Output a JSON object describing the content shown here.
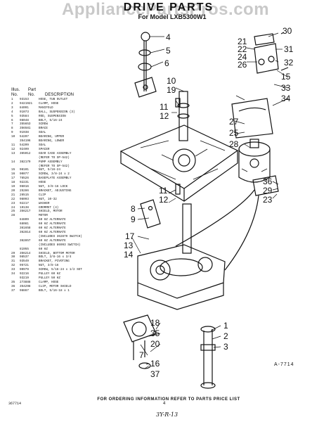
{
  "watermark": "AppliancePartsPros.com",
  "title": "DRIVE PARTS",
  "model": "For Model LXB5300W1",
  "table": {
    "header": {
      "illus": "Illus.",
      "no": "No.",
      "part": "Part",
      "partno": "No.",
      "desc": "DESCRIPTION"
    },
    "rows": [
      [
        "1",
        "93153",
        "HOSE, TUB OUTLET"
      ],
      [
        "2",
        "9421921",
        "CLAMP, HOSE"
      ],
      [
        "3",
        "84091",
        "MANIFOLD"
      ],
      [
        "4",
        "91073",
        "BALL, SUSPENSION (3)"
      ],
      [
        "5",
        "93584",
        "ROD, SUSPENSION"
      ],
      [
        "6",
        "98048",
        "BOLT, 5/16-24"
      ],
      [
        "7",
        "355653",
        "SCREW"
      ],
      [
        "8",
        "356581",
        "BRACE"
      ],
      [
        "9",
        "91938",
        "SEAL"
      ],
      [
        "10",
        "54207",
        "BEARING, UPPER"
      ],
      [
        "",
        "354196",
        "BEARING, LOWER"
      ],
      [
        "11",
        "54209",
        "SEAL"
      ],
      [
        "12",
        "92409",
        "SPACER"
      ],
      [
        "13",
        "365012",
        "GEAR CASE ASSEMBLY"
      ],
      [
        "",
        "",
        "(REFER TO SP-542)"
      ],
      [
        "14",
        "382179",
        "PUMP ASSEMBLY"
      ],
      [
        "",
        "",
        "(REFER TO SP-542)"
      ],
      [
        "15",
        "98101",
        "NUT, 5/16-24"
      ],
      [
        "16",
        "90077",
        "SCREW, 3/8-24 x 2"
      ],
      [
        "17",
        "76526",
        "BASEPLATE ASSEMBLY"
      ],
      [
        "18",
        "92231",
        "HOSE"
      ],
      [
        "19",
        "96016",
        "NUT, 3/8-16 LOCK"
      ],
      [
        "20",
        "25286",
        "BRACKET, ADJUSTING"
      ],
      [
        "21",
        "26515",
        "CLIP"
      ],
      [
        "22",
        "98093",
        "NUT, 10-32"
      ],
      [
        "23",
        "92217",
        "WASHER"
      ],
      [
        "24",
        "19138",
        "GROMMET (4)"
      ],
      [
        "25",
        "356217",
        "SHIELD, MOTOR"
      ],
      [
        "28",
        "",
        "MOTOR"
      ],
      [
        "",
        "84809",
        "60 HZ ALTERNATE"
      ],
      [
        "",
        "68081",
        "60 HZ ALTERNATE"
      ],
      [
        "",
        "361658",
        "60 HZ ALTERNATE"
      ],
      [
        "",
        "362814",
        "60 HZ ALTERNATE"
      ],
      [
        "",
        "",
        "(INCLUDES 362879 SWITCH)"
      ],
      [
        "",
        "362857",
        "60 HZ ALTERNATE"
      ],
      [
        "",
        "",
        "(INCLUDES 86993 SWITCH)"
      ],
      [
        "",
        "81955",
        "60 HZ"
      ],
      [
        "29",
        "356214",
        "SHIELD, BOTTOM MOTOR"
      ],
      [
        "30",
        "98537",
        "BOLT, 3/8-16 x 3/4"
      ],
      [
        "31",
        "93549",
        "BRACKET, PIVOTING"
      ],
      [
        "32",
        "95721",
        "NUT, 3/8-16"
      ],
      [
        "33",
        "90979",
        "SCREW, 5/16-24 x 1/2 SET"
      ],
      [
        "34",
        "92216",
        "PULLEY 60 HZ"
      ],
      [
        "",
        "93219",
        "PULLEY 50 HZ"
      ],
      [
        "35",
        "273888",
        "CLAMP, HOSE"
      ],
      [
        "36",
        "354298",
        "CLIP, MOTOR SHIELD"
      ],
      [
        "37",
        "98867",
        "BOLT, 5/16-18 x 1"
      ]
    ]
  },
  "callouts": {
    "c4": "4",
    "c5": "5",
    "c6": "6",
    "c10": "10",
    "c19": "19",
    "c11a": "11",
    "c12a": "12",
    "c30": "30",
    "c21": "21",
    "c22": "22",
    "c31": "31",
    "c24": "24",
    "c26": "26",
    "c32": "32",
    "c15": "15",
    "c33": "33",
    "c34": "34",
    "c27": "27",
    "c25": "25",
    "c28": "28",
    "c36": "36",
    "c29": "29",
    "c23": "23",
    "c11b": "11",
    "c12b": "12",
    "c8": "8",
    "c9": "9",
    "c17": "17",
    "c13": "13",
    "c14": "14",
    "c1": "1",
    "c2": "2",
    "c3": "3",
    "c18": "18",
    "c35": "35",
    "c20": "20",
    "c7": "7",
    "c16": "16",
    "c37": "37"
  },
  "figure_id": "A-7714",
  "footer": "FOR ORDERING INFORMATION REFER TO PARTS PRICE LIST",
  "page_code": "367714",
  "page_number": "4",
  "handwritten": "3Y-R-13"
}
